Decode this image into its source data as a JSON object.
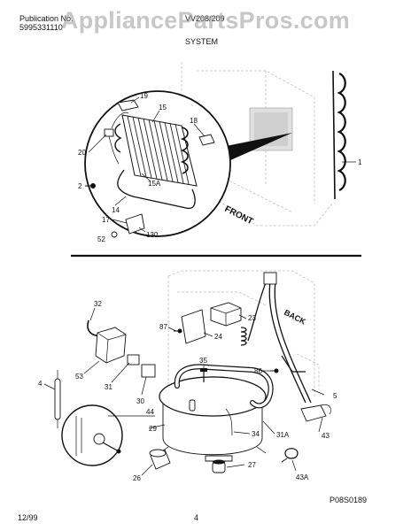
{
  "header": {
    "publication_label": "Publication No.",
    "publication_no": "5995331110",
    "model": "VV208/209",
    "section": "SYSTEM"
  },
  "watermark": "AppliancePartsPros.com",
  "diagram_code": "P08S0189",
  "footer": {
    "date": "12/99",
    "page": "4"
  },
  "annotations": {
    "front": "FRONT",
    "back": "BACK"
  },
  "callouts_top": [
    "19",
    "15",
    "18",
    "20",
    "1",
    "2",
    "15A",
    "14",
    "17",
    "52",
    "130"
  ],
  "callouts_bottom": [
    "32",
    "87",
    "23",
    "24",
    "35",
    "86",
    "53",
    "31",
    "30",
    "4",
    "44",
    "29",
    "34",
    "31A",
    "5",
    "43",
    "26",
    "27",
    "43A"
  ]
}
